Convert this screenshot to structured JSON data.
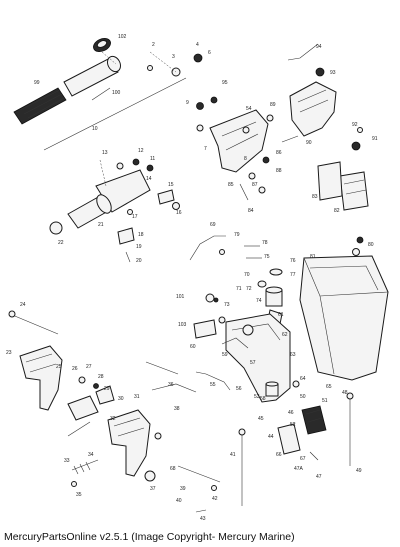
{
  "caption": "MercuryPartsOnline v2.5.1 (Image Copyright- Mercury Marine)",
  "labels": {
    "l102": "102",
    "l2": "2",
    "l3": "3",
    "l4": "4",
    "l6": "6",
    "l94": "94",
    "l93": "93",
    "l99": "99",
    "l100": "100",
    "l10": "10",
    "l9": "9",
    "l95": "95",
    "l54": "54",
    "l89": "89",
    "l92": "92",
    "l91": "91",
    "l90": "90",
    "l7": "7",
    "l8": "8",
    "l86": "86",
    "l88": "88",
    "l85": "85",
    "l84": "84",
    "l83": "83",
    "l82": "82",
    "l13": "13",
    "l12": "12",
    "l11": "11",
    "l14": "14",
    "l15": "15",
    "l16": "16",
    "l21": "21",
    "l22": "22",
    "l17": "17",
    "l18": "18",
    "l19": "19",
    "l20": "20",
    "l69": "69",
    "l79": "79",
    "l78": "78",
    "l75": "75",
    "l76": "76",
    "l77": "77",
    "l80": "80",
    "l81": "81",
    "l101": "101",
    "l73": "73",
    "l72": "72",
    "l74": "74",
    "l103": "103",
    "l60": "60",
    "l61": "61",
    "l62": "62",
    "l63": "63",
    "l59": "59",
    "l57": "57",
    "l56": "56",
    "l55": "55",
    "l58": "58",
    "l24": "24",
    "l23": "23",
    "l25": "25",
    "l26": "26",
    "l27": "27",
    "l28": "28",
    "l30": "30",
    "l31": "31",
    "l36": "36",
    "l38": "38",
    "l34": "34",
    "l33": "33",
    "l35": "35",
    "l39": "39",
    "l40": "40",
    "l41": "41",
    "l42": "42",
    "l43": "43",
    "l44": "44",
    "l45": "45",
    "l46": "46",
    "l47": "47",
    "l48": "48",
    "l49": "49",
    "l50": "50",
    "l51": "51",
    "l52": "52",
    "l53": "53",
    "l64": "64",
    "l65": "65",
    "l66": "66",
    "l67": "67",
    "l68": "68",
    "l70": "70",
    "l71": "71",
    "l87": "87",
    "l47a": "47A",
    "l32": "32",
    "l37": "37",
    "l29": "29"
  }
}
